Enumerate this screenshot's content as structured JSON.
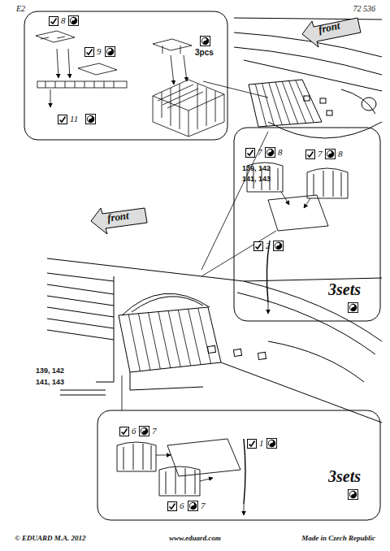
{
  "diagram": {
    "labels": [
      "E2",
      "72 536",
      "8",
      "9",
      "3pcs",
      "11",
      "front",
      "139, 142",
      "141, 143",
      "7",
      "8",
      "7",
      "8",
      "2",
      "3sets",
      "front",
      "139, 142",
      "141, 143",
      "6",
      "7",
      "6",
      "7",
      "1",
      "3sets",
      "© EDUARD M.A. 2012",
      "www.eduard.com",
      "Made in Czech Republic"
    ]
  }
}
